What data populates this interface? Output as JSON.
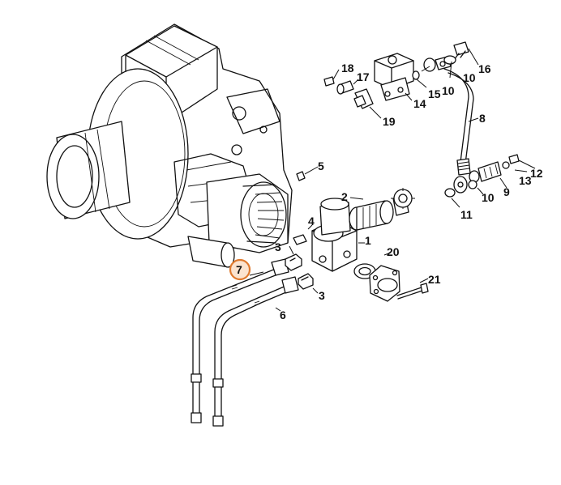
{
  "callouts": {
    "c1": "1",
    "c2": "2",
    "c3a": "3",
    "c3b": "3",
    "c4": "4",
    "c5": "5",
    "c6": "6",
    "c7": "7",
    "c8": "8",
    "c9": "9",
    "c10a": "10",
    "c10b": "10",
    "c10c": "10",
    "c11": "11",
    "c12": "12",
    "c13": "13",
    "c14": "14",
    "c15": "15",
    "c16": "16",
    "c17": "17",
    "c18": "18",
    "c19": "19",
    "c20": "20",
    "c21": "21"
  },
  "highlight": {
    "callout": "7",
    "color": "#e07a2e",
    "fill": "#fbe3cf"
  }
}
